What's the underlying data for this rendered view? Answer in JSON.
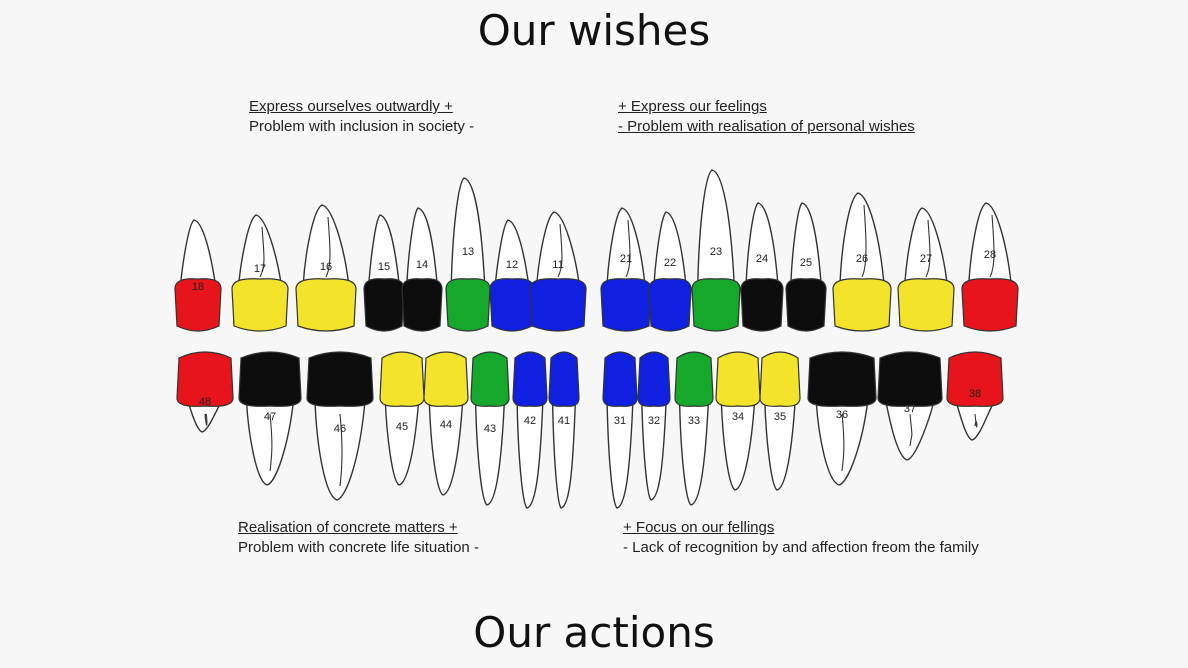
{
  "titles": {
    "top": "Our wishes",
    "bottom": "Our actions"
  },
  "captions": {
    "top_left": {
      "line1": "Express ourselves outwardly +",
      "line2": "Problem with inclusion in society -"
    },
    "top_right": {
      "line1": "+ Express our feelings",
      "line2": "- Problem with realisation of personal wishes"
    },
    "bottom_left": {
      "line1": "Realisation of concrete matters +",
      "line2": "Problem with concrete life situation -"
    },
    "bottom_right": {
      "line1": "+ Focus on our fellings",
      "line2": "- Lack of recognition by and affection freom the family"
    }
  },
  "colors": {
    "red": "#e8141c",
    "yellow": "#f3e32a",
    "black": "#0d0d0d",
    "green": "#15a82a",
    "blue": "#1020e0",
    "outline": "#333333"
  },
  "teeth": {
    "upper": [
      {
        "number": "18",
        "color": "red"
      },
      {
        "number": "17",
        "color": "yellow"
      },
      {
        "number": "16",
        "color": "yellow"
      },
      {
        "number": "15",
        "color": "black"
      },
      {
        "number": "14",
        "color": "black"
      },
      {
        "number": "13",
        "color": "green"
      },
      {
        "number": "12",
        "color": "blue"
      },
      {
        "number": "11",
        "color": "blue"
      },
      {
        "number": "21",
        "color": "blue"
      },
      {
        "number": "22",
        "color": "blue"
      },
      {
        "number": "23",
        "color": "green"
      },
      {
        "number": "24",
        "color": "black"
      },
      {
        "number": "25",
        "color": "black"
      },
      {
        "number": "26",
        "color": "yellow"
      },
      {
        "number": "27",
        "color": "yellow"
      },
      {
        "number": "28",
        "color": "red"
      }
    ],
    "lower": [
      {
        "number": "48",
        "color": "red"
      },
      {
        "number": "47",
        "color": "black"
      },
      {
        "number": "46",
        "color": "black"
      },
      {
        "number": "45",
        "color": "yellow"
      },
      {
        "number": "44",
        "color": "yellow"
      },
      {
        "number": "43",
        "color": "green"
      },
      {
        "number": "42",
        "color": "blue"
      },
      {
        "number": "41",
        "color": "blue"
      },
      {
        "number": "31",
        "color": "blue"
      },
      {
        "number": "32",
        "color": "blue"
      },
      {
        "number": "33",
        "color": "green"
      },
      {
        "number": "34",
        "color": "yellow"
      },
      {
        "number": "35",
        "color": "yellow"
      },
      {
        "number": "36",
        "color": "black"
      },
      {
        "number": "37",
        "color": "black"
      },
      {
        "number": "38",
        "color": "red"
      }
    ]
  }
}
